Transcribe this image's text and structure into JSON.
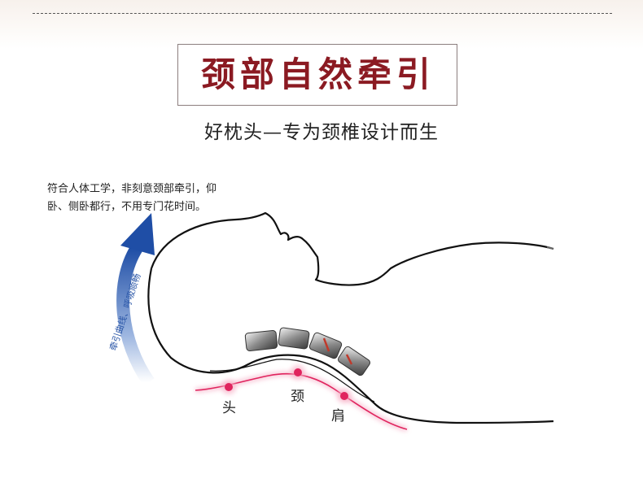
{
  "header": {
    "title": "颈部自然牵引",
    "subtitle": "好枕头—专为颈椎设计而生"
  },
  "description": {
    "line1": "符合人体工学，非刻意颈部牵引，仰",
    "line2": "卧、侧卧都行，不用专门花时间。"
  },
  "arrow_text": "牵引曲线、呼吸顺畅",
  "points": {
    "head": "头",
    "neck": "颈",
    "shoulder": "肩"
  },
  "colors": {
    "title": "#8b1a22",
    "arrow": "#2b57a8",
    "curve": "#e0245e"
  }
}
